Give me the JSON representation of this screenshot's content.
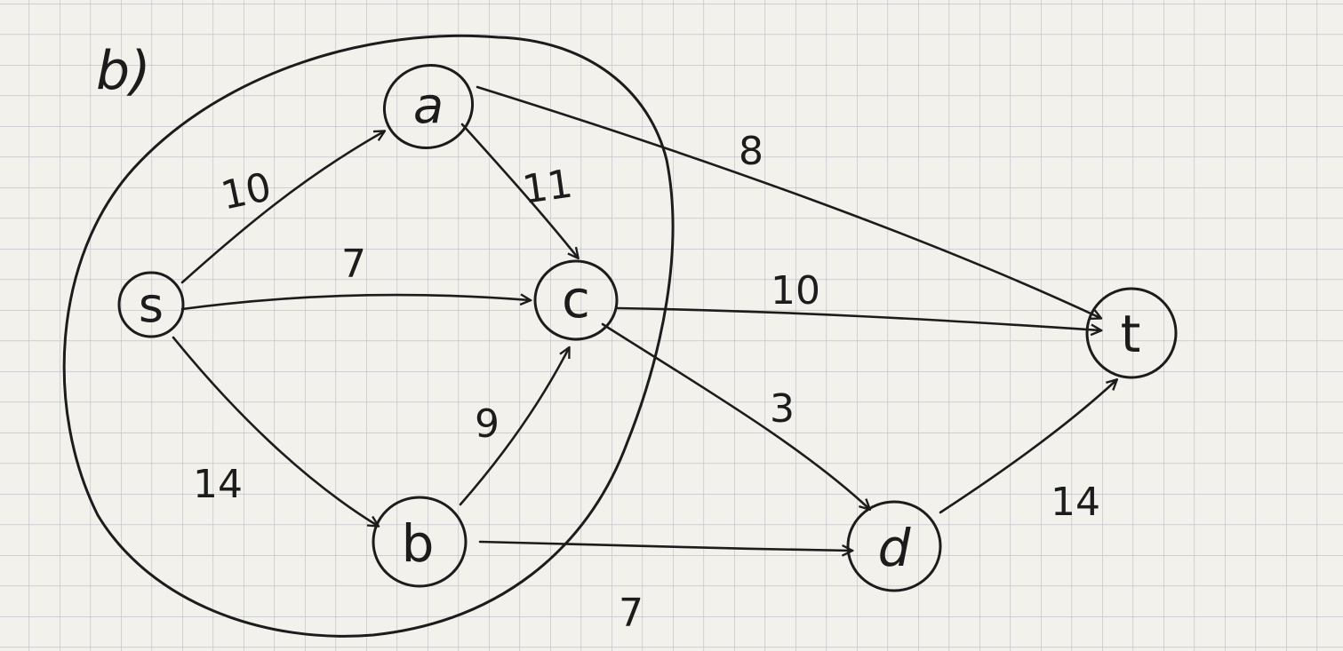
{
  "figure": {
    "part_label": "b)",
    "ink_color": "#1c1c1c",
    "paper_color": "#f2f1ec",
    "grid_color": "#b9bcc4"
  },
  "nodes": [
    {
      "id": "s",
      "label": "s"
    },
    {
      "id": "a",
      "label": "a"
    },
    {
      "id": "b",
      "label": "b"
    },
    {
      "id": "c",
      "label": "c"
    },
    {
      "id": "d",
      "label": "d"
    },
    {
      "id": "t",
      "label": "t"
    }
  ],
  "edges": [
    {
      "from": "s",
      "to": "a",
      "capacity": "10"
    },
    {
      "from": "s",
      "to": "c",
      "capacity": "7"
    },
    {
      "from": "s",
      "to": "b",
      "capacity": "14"
    },
    {
      "from": "a",
      "to": "c",
      "capacity": "11"
    },
    {
      "from": "a",
      "to": "t",
      "capacity": "8"
    },
    {
      "from": "b",
      "to": "c",
      "capacity": "9"
    },
    {
      "from": "b",
      "to": "d",
      "capacity": "7"
    },
    {
      "from": "c",
      "to": "t",
      "capacity": "10"
    },
    {
      "from": "c",
      "to": "d",
      "capacity": "3"
    },
    {
      "from": "d",
      "to": "t",
      "capacity": "14"
    }
  ],
  "cut": {
    "encloses": [
      "s",
      "a",
      "b",
      "c"
    ]
  }
}
